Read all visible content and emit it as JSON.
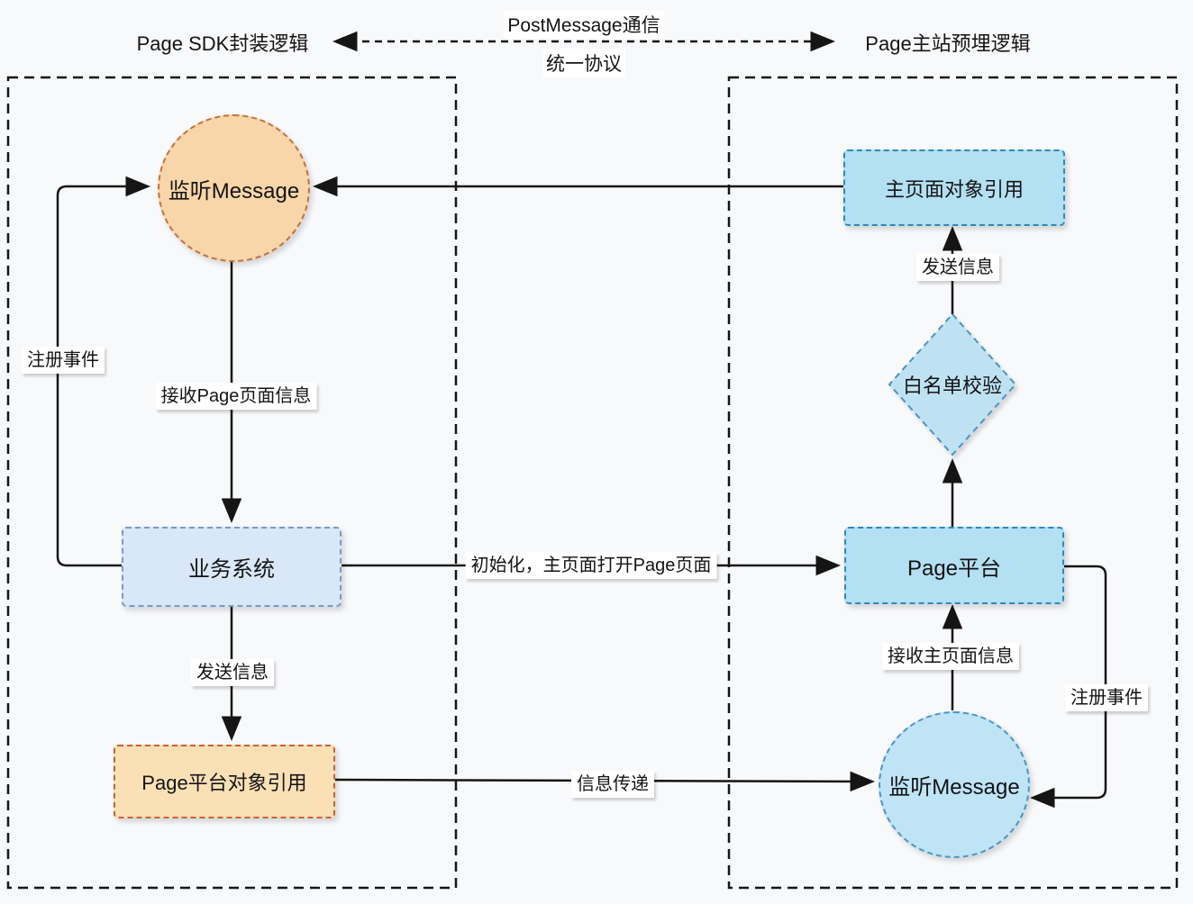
{
  "titles": {
    "left": "Page SDK封装逻辑",
    "center_top": "PostMessage通信",
    "center_bottom": "统一协议",
    "right": "Page主站预埋逻辑"
  },
  "left_panel": {
    "listen_circle": "监听Message",
    "business_box": "业务系统",
    "page_platform_ref_box": "Page平台对象引用",
    "label_register_event": "注册事件",
    "label_receive_page_info": "接收Page页面信息",
    "label_send_info": "发送信息"
  },
  "right_panel": {
    "main_page_ref_box": "主页面对象引用",
    "whitelist_diamond": "白名单校验",
    "page_platform_box": "Page平台",
    "listen_circle": "监听Message",
    "label_send_info": "发送信息",
    "label_receive_main_info": "接收主页面信息",
    "label_register_event": "注册事件"
  },
  "edges": {
    "init_open_label": "初始化，主页面打开Page页面",
    "message_pass_label": "信息传递"
  },
  "colors": {
    "background": "#f8f9fb",
    "line": "#151515",
    "orange_fill": "#f8d6a9",
    "orange_border": "#c2703f",
    "orange_box_fill": "#fbe0b6",
    "orange_box_border": "#c96136",
    "lightblue_fill": "#d9e8f8",
    "lightblue_border": "#7a98ce",
    "skyblue_fill": "#b3e0f2",
    "skyblue_border": "#2f89bc",
    "diamond_fill": "#bee2f2",
    "diamond_border": "#4c93c6"
  }
}
